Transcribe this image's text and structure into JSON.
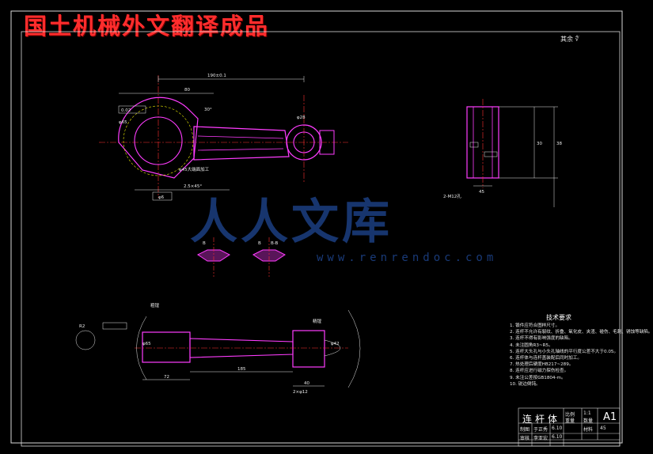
{
  "banner": {
    "text": "国土机械外文翻译成品"
  },
  "watermark": {
    "text": "人人文库",
    "url": "www.renrendoc.com"
  },
  "roughness_note": "其余 ∜",
  "technical_requirements": {
    "title": "技术要求",
    "items": [
      "1. 锻件应符合图样尺寸。",
      "2. 连杆不允许有裂纹、折叠、氧化皮、夹渣、碰伤、毛刺、锈蚀等缺陷。",
      "3. 连杆不得有影响强度的缺陷。",
      "4. 未注圆角R3~R5。",
      "5. 连杆大头孔与小头孔轴线的平行度公差不大于0.05。",
      "6. 连杆体与连杆盖装配后同时加工。",
      "7. 热处理后硬度HB217~289。",
      "8. 连杆应进行磁力探伤检查。",
      "9. 未注公差按GB1804-m。",
      "10. 锐边倒钝。"
    ]
  },
  "title_block": {
    "part_name": "连杆体",
    "scale_label": "比例",
    "scale_value": "1:1",
    "weight_label": "重量",
    "qty_label": "数量",
    "material_label": "材料",
    "material_value": "45",
    "sheet_size": "A1",
    "drawn_label": "制图",
    "drawn_by": "于正秀",
    "checked_label": "审核",
    "checked_by": "李亚宏",
    "date1": "6.10",
    "date2": "6.10"
  },
  "dimensions": {
    "top_length": "190±0.1",
    "left_offset": "80",
    "small_bore": "φ28",
    "big_bore": "φ65",
    "pad_note": "φ45大端面加工",
    "tolerance_a": "0.02",
    "chamfer": "2.5×45°",
    "oil_hole": "φ6",
    "angle": "30°",
    "section_b": "B",
    "section_b2": "B",
    "section_bb": "B-B",
    "side_width": "38",
    "side_thick": "30",
    "side_dim": "45",
    "hole_note": "2-M12孔",
    "bottom_len": "72",
    "bottom_len2": "185",
    "bottom_dim": "40",
    "bottom_r": "R2",
    "bottom_d1": "φ42",
    "bottom_d2": "φ65",
    "bottom_tol": "2×φ12",
    "surface_note": "精镗",
    "weld_note": "粗镗"
  }
}
